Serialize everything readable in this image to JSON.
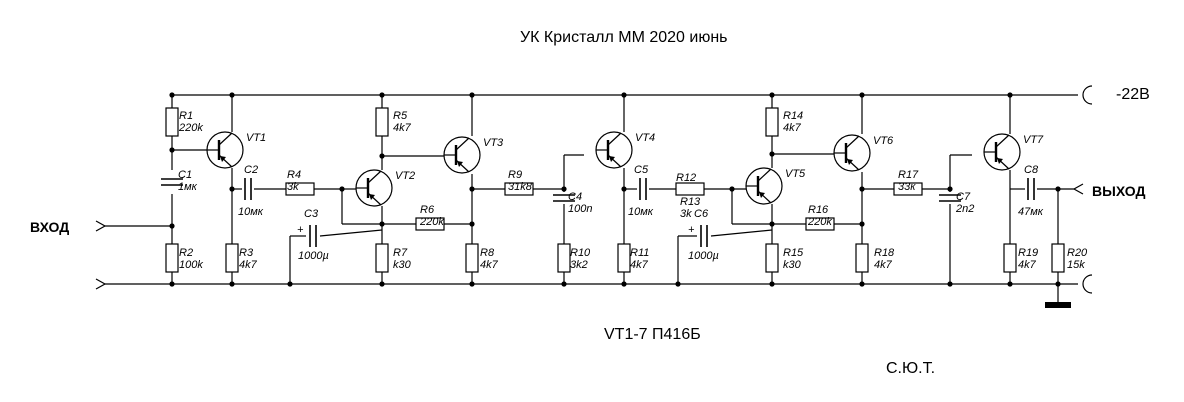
{
  "title": "УК Кристалл ММ 2020 июнь",
  "supply": "-22В",
  "input_label": "ВХОД",
  "output_label": "ВЫХОД",
  "transistor_note": "VT1-7 П416Б",
  "author": "С.Ю.Т.",
  "resistors": [
    {
      "ref": "R1",
      "val": "220k"
    },
    {
      "ref": "R2",
      "val": "100k"
    },
    {
      "ref": "R3",
      "val": "4k7"
    },
    {
      "ref": "R4",
      "val": "3k"
    },
    {
      "ref": "R5",
      "val": "4k7"
    },
    {
      "ref": "R6",
      "val": "220k"
    },
    {
      "ref": "R7",
      "val": "k30"
    },
    {
      "ref": "R8",
      "val": "4k7"
    },
    {
      "ref": "R9",
      "val": "31k8"
    },
    {
      "ref": "R10",
      "val": "3k2"
    },
    {
      "ref": "R11",
      "val": "4k7"
    },
    {
      "ref": "R13",
      "val": "3k"
    },
    {
      "ref": "R14",
      "val": "4k7"
    },
    {
      "ref": "R15",
      "val": "k30"
    },
    {
      "ref": "R16",
      "val": "220k"
    },
    {
      "ref": "R17",
      "val": "33к"
    },
    {
      "ref": "R18",
      "val": "4k7"
    },
    {
      "ref": "R19",
      "val": "4k7"
    },
    {
      "ref": "R20",
      "val": "15k"
    }
  ],
  "capacitors": [
    {
      "ref": "C1",
      "val": "1мк"
    },
    {
      "ref": "C2",
      "val": "10мк"
    },
    {
      "ref": "C3",
      "val": "1000µ"
    },
    {
      "ref": "C4",
      "val": "100n"
    },
    {
      "ref": "C5",
      "val": "10мк"
    },
    {
      "ref": "C6",
      "val": "1000µ"
    },
    {
      "ref": "C7",
      "val": "2n2"
    },
    {
      "ref": "C8",
      "val": "47мк"
    }
  ],
  "transistors": [
    "VT1",
    "VT2",
    "VT3",
    "VT4",
    "VT5",
    "VT6",
    "VT7"
  ],
  "overlap_label": "R12",
  "polarity_mark": "+"
}
